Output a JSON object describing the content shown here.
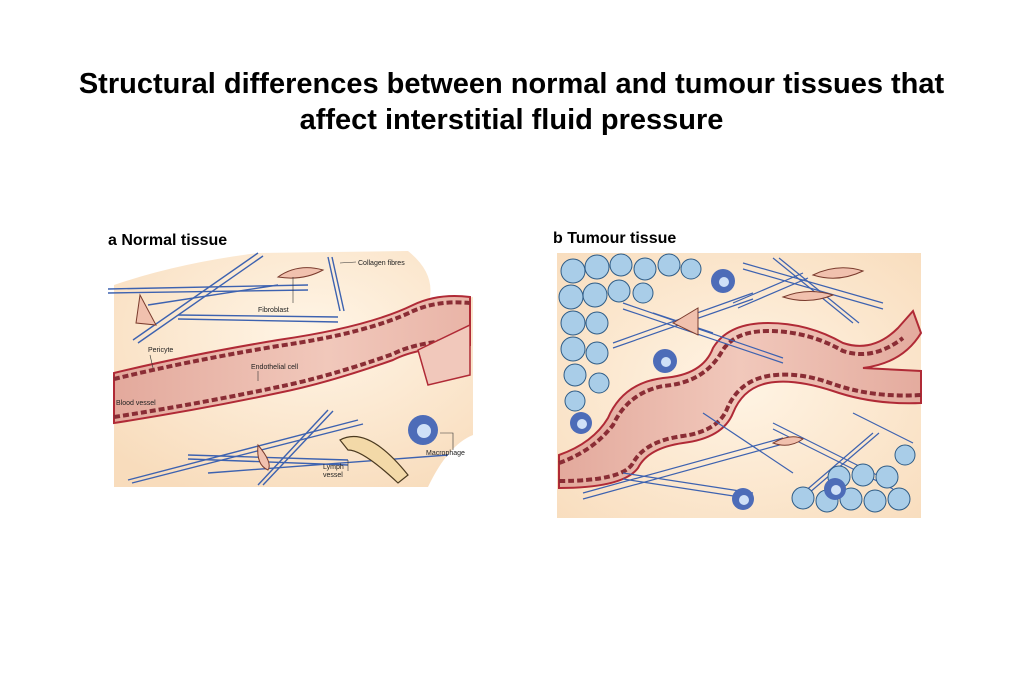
{
  "title": "Structural differences between normal and tumour tissues that affect interstitial fluid pressure",
  "panels": {
    "normal": {
      "heading": "a Normal tissue",
      "labels": {
        "collagen": "Collagen fibres",
        "fibroblast": "Fibroblast",
        "pericyte": "Pericyte",
        "endothelial": "Endothelial cell",
        "blood_vessel": "Blood vessel",
        "macrophage": "Macrophage",
        "lymph_1": "Lymph",
        "lymph_2": "vessel"
      }
    },
    "tumour": {
      "heading": "b Tumour tissue"
    }
  },
  "colors": {
    "background": "#fbe6cc",
    "vessel_fill": "#e8b2a6",
    "vessel_wall": "#b02a36",
    "collagen": "#3d62b0",
    "tumour_cell": "#a9cde8",
    "macrophage": "#4d6cb8"
  }
}
